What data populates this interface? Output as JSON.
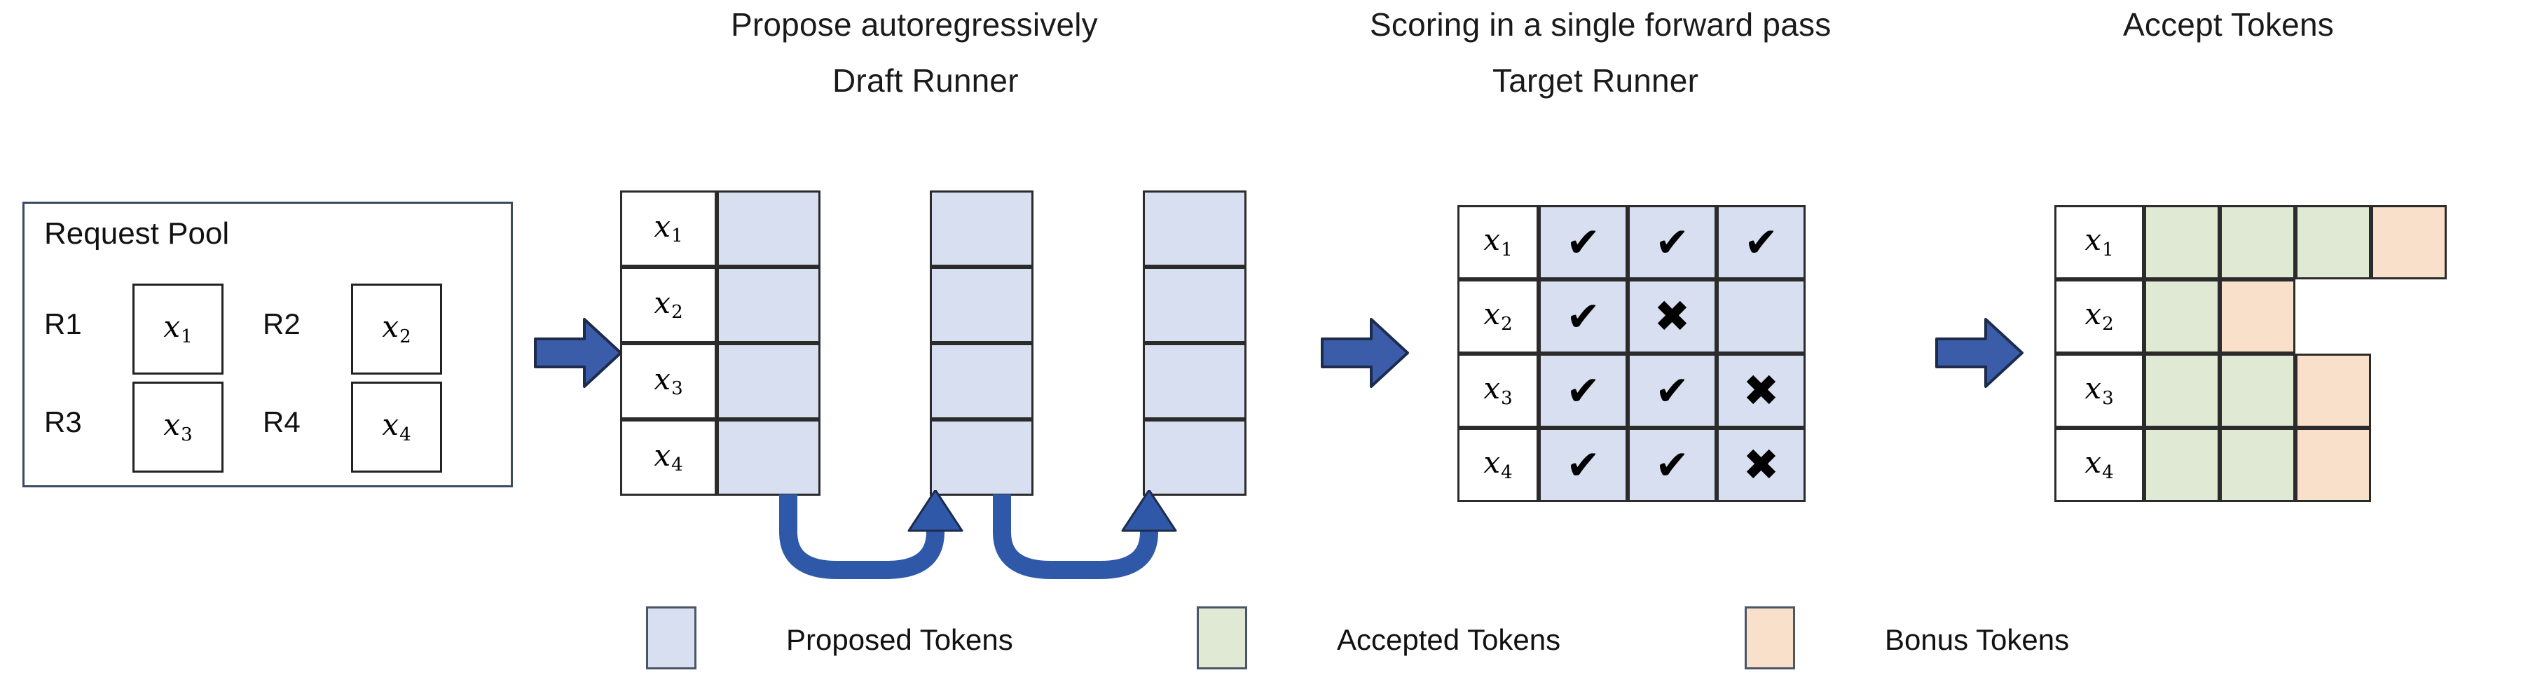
{
  "headings": {
    "propose": "Propose autoregressively",
    "draft_runner": "Draft Runner",
    "scoring": "Scoring in a single forward pass",
    "target_runner": "Target Runner",
    "accept": "Accept Tokens"
  },
  "request_pool": {
    "title": "Request Pool",
    "requests": [
      {
        "id": "R1",
        "token": "x",
        "sub": "1"
      },
      {
        "id": "R2",
        "token": "x",
        "sub": "2"
      },
      {
        "id": "R3",
        "token": "x",
        "sub": "3"
      },
      {
        "id": "R4",
        "token": "x",
        "sub": "4"
      }
    ]
  },
  "draft_runner": {
    "rows": [
      {
        "token": "x",
        "sub": "1"
      },
      {
        "token": "x",
        "sub": "2"
      },
      {
        "token": "x",
        "sub": "3"
      },
      {
        "token": "x",
        "sub": "4"
      }
    ],
    "steps": 3,
    "cells": [
      [
        "proposed",
        "proposed",
        "proposed"
      ],
      [
        "proposed",
        "proposed",
        "proposed"
      ],
      [
        "proposed",
        "proposed",
        "proposed"
      ],
      [
        "proposed",
        "proposed",
        "proposed"
      ]
    ],
    "loop_arrows": 2
  },
  "target_runner": {
    "rows": [
      {
        "token": "x",
        "sub": "1"
      },
      {
        "token": "x",
        "sub": "2"
      },
      {
        "token": "x",
        "sub": "3"
      },
      {
        "token": "x",
        "sub": "4"
      }
    ],
    "marks": [
      [
        "check",
        "check",
        "check"
      ],
      [
        "check",
        "cross",
        "none"
      ],
      [
        "check",
        "check",
        "cross"
      ],
      [
        "check",
        "check",
        "cross"
      ]
    ],
    "glyphs": {
      "check": "✔",
      "cross": "✖",
      "none": ""
    }
  },
  "accept_tokens": {
    "rows": [
      {
        "token": "x",
        "sub": "1"
      },
      {
        "token": "x",
        "sub": "2"
      },
      {
        "token": "x",
        "sub": "3"
      },
      {
        "token": "x",
        "sub": "4"
      }
    ],
    "cells": [
      [
        "accepted",
        "accepted",
        "accepted",
        "bonus"
      ],
      [
        "accepted",
        "bonus"
      ],
      [
        "accepted",
        "accepted",
        "bonus"
      ],
      [
        "accepted",
        "accepted",
        "bonus"
      ]
    ]
  },
  "legend": [
    {
      "label": "Proposed Tokens",
      "kind": "proposed",
      "color": "#d7dff0"
    },
    {
      "label": "Accepted Tokens",
      "kind": "accepted",
      "color": "#dfe9d4"
    },
    {
      "label": "Bonus Tokens",
      "kind": "bonus",
      "color": "#f8e0cb"
    }
  ],
  "colors": {
    "proposed": "#d7dff0",
    "accepted": "#dfe9d4",
    "bonus": "#f8e0cb",
    "arrow_blue": "#3b5ca8",
    "outline": "#2b2b2b"
  }
}
